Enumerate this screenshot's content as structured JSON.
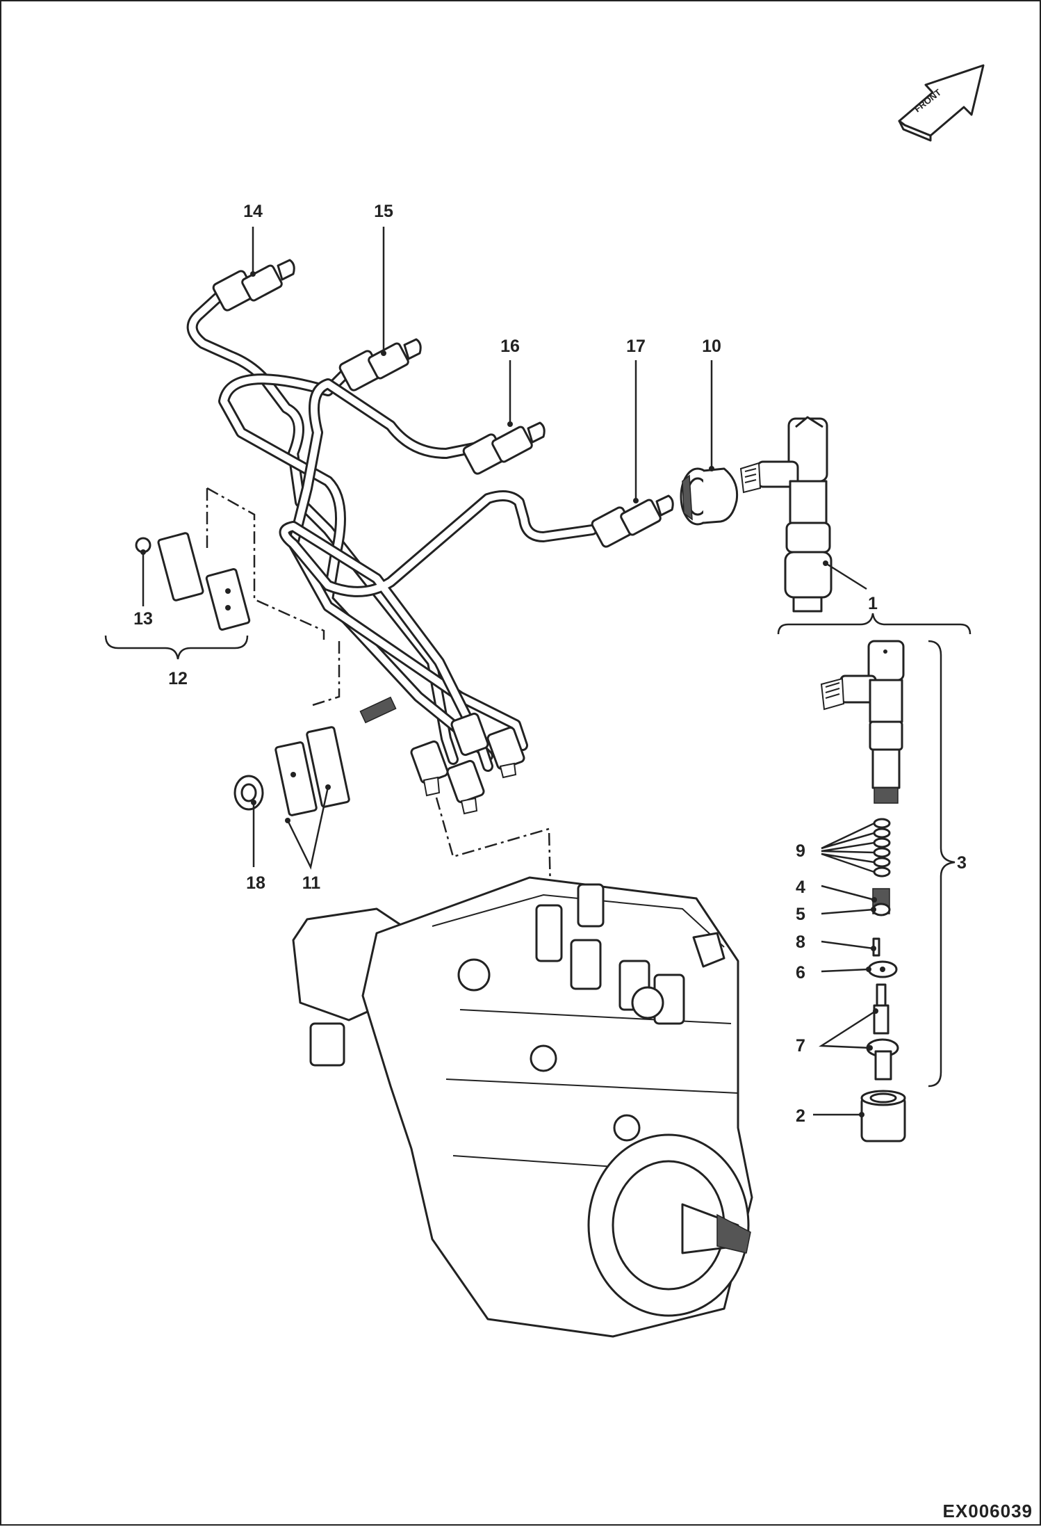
{
  "orientation": {
    "label": "FRONT",
    "icon": "front-direction-arrow-icon"
  },
  "callouts": {
    "c1": "1",
    "c2": "2",
    "c3": "3",
    "c4": "4",
    "c5": "5",
    "c6": "6",
    "c7": "7",
    "c8": "8",
    "c9": "9",
    "c10": "10",
    "c11": "11",
    "c12": "12",
    "c13": "13",
    "c14": "14",
    "c15": "15",
    "c16": "16",
    "c17": "17",
    "c18": "18"
  },
  "drawing_id": "EX006039",
  "colors": {
    "line": "#222222",
    "background": "#ffffff"
  }
}
